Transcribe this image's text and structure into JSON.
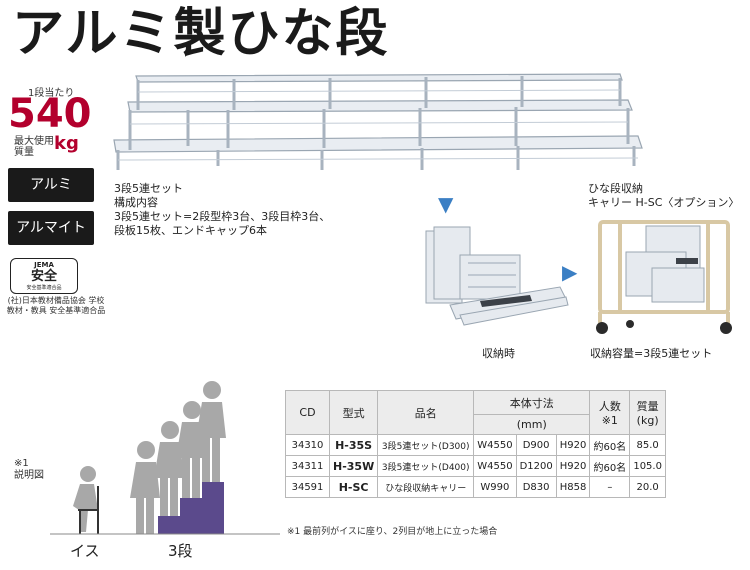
{
  "title": "アルミ製ひな段",
  "capacity": {
    "per_step": "1段当たり",
    "value": "540",
    "label": "最大使用質量",
    "unit": "kg"
  },
  "badges": [
    "アルミ",
    "アルマイト"
  ],
  "jema": {
    "top": "JEMA",
    "main": "安全",
    "sub": "安全基準適合品",
    "note": "(社)日本教材備品協会 学校教材・教具 安全基準適合品"
  },
  "set": {
    "title": "3段5連セット",
    "sub": "構成内容",
    "line1": "3段5連セット=2段型枠3台、3段目枠3台、",
    "line2": "段板15枚、エンドキャップ6本"
  },
  "stored_caption": "収納時",
  "option": {
    "line1": "ひな段収納",
    "line2": "キャリー H-SC〈オプション〉",
    "caption": "収納容量=3段5連セット"
  },
  "figure": {
    "note_mark": "※1",
    "note_label": "説明図",
    "chair_label": "イス",
    "step_label": "3段"
  },
  "table": {
    "headers": {
      "cd": "CD",
      "model": "型式",
      "name": "品名",
      "dims": "本体寸法",
      "dims_unit": "(mm)",
      "people": "人数",
      "people_note": "※1",
      "mass": "質量",
      "mass_unit": "(kg)"
    },
    "rows": [
      {
        "cd": "34310",
        "model": "H-35S",
        "name": "3段5連セット(D300)",
        "w": "W4550",
        "d": "D900",
        "h": "H920",
        "people": "約60名",
        "mass": "85.0"
      },
      {
        "cd": "34311",
        "model": "H-35W",
        "name": "3段5連セット(D400)",
        "w": "W4550",
        "d": "D1200",
        "h": "H920",
        "people": "約60名",
        "mass": "105.0"
      },
      {
        "cd": "34591",
        "model": "H-SC",
        "name": "ひな段収納キャリー",
        "w": "W990",
        "d": "D830",
        "h": "H858",
        "people": "–",
        "mass": "20.0"
      }
    ],
    "footnote": "※1 最前列がイスに座り、2列目が地上に立った場合"
  },
  "colors": {
    "accent_red": "#b3002d",
    "arrow_blue": "#3b7fc4",
    "step_purple": "#5b4a8c"
  }
}
